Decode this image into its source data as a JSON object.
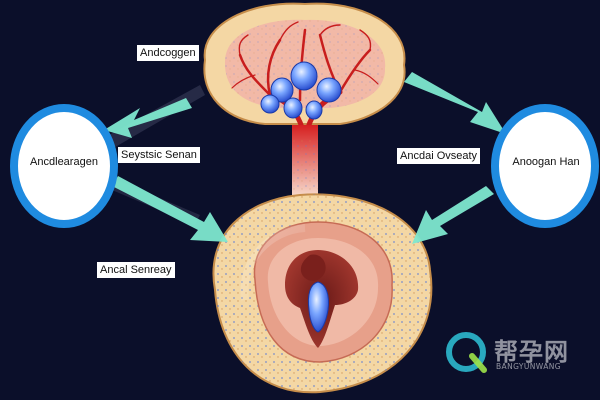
{
  "labels": {
    "top_left": "Andcoggen",
    "left_mid": "Seystsic Senan",
    "right_mid": "Ancdai Ovseaty",
    "bottom_left": "Ancal Senreay"
  },
  "circles": {
    "left": "Ancdlearagen",
    "right": "Anoogan Han"
  },
  "watermark": {
    "main": "帮孕网",
    "sub": "BANGYUNWANG"
  },
  "colors": {
    "background": "#0b0f2a",
    "circle_ring": "#1f8be0",
    "arrow": "#7ee8cf",
    "tissue": "#f3d6a8",
    "vessel": "#c81d1d",
    "bulb": "#4a7ef0"
  }
}
